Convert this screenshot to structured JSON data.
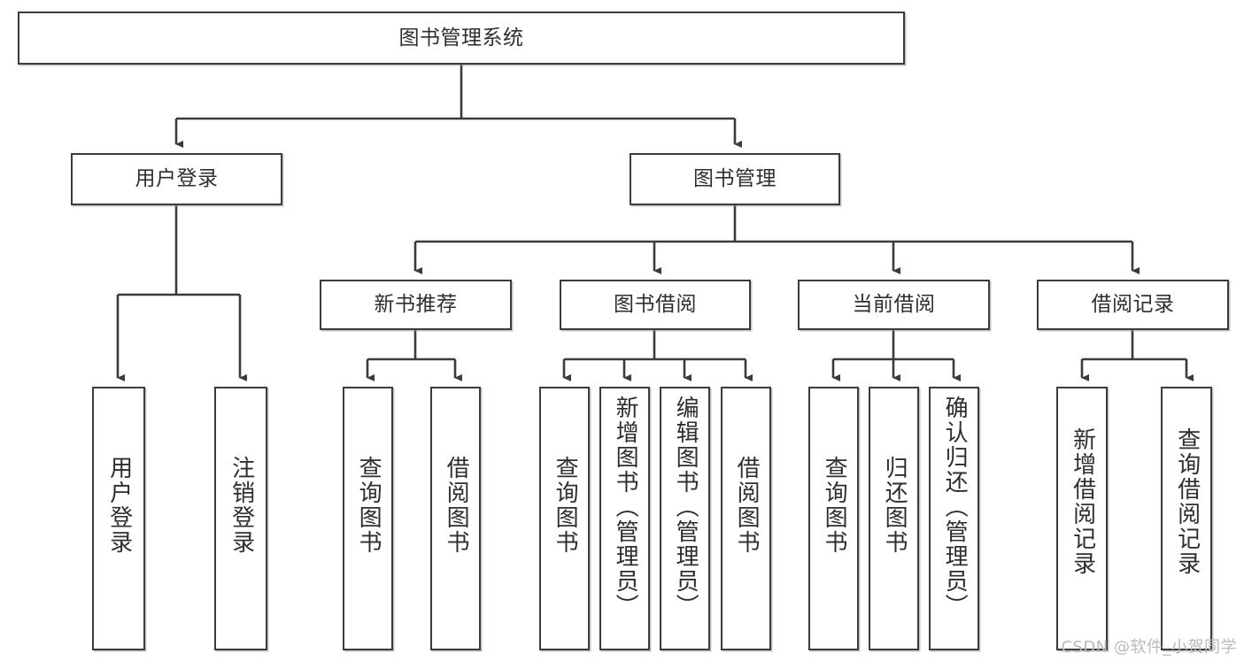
{
  "diagram": {
    "type": "tree-flowchart",
    "title_node": {
      "id": "root",
      "label": "图书管理系统"
    },
    "level2": [
      {
        "id": "login",
        "label": "用户登录"
      },
      {
        "id": "bookmgmt",
        "label": "图书管理"
      }
    ],
    "level3": [
      {
        "id": "newbook",
        "label": "新书推荐",
        "parent": "bookmgmt"
      },
      {
        "id": "borrow",
        "label": "图书借阅",
        "parent": "bookmgmt"
      },
      {
        "id": "current",
        "label": "当前借阅",
        "parent": "bookmgmt"
      },
      {
        "id": "records",
        "label": "借阅记录",
        "parent": "bookmgmt"
      }
    ],
    "leaves": [
      {
        "id": "leaf1",
        "label": "用户登录",
        "parent": "login"
      },
      {
        "id": "leaf2",
        "label": "注销登录",
        "parent": "login"
      },
      {
        "id": "leaf3",
        "label": "查询图书",
        "parent": "newbook"
      },
      {
        "id": "leaf4",
        "label": "借阅图书",
        "parent": "newbook"
      },
      {
        "id": "leaf5",
        "label": "查询图书",
        "parent": "borrow"
      },
      {
        "id": "leaf6",
        "label": "新增图书（管理员）",
        "parent": "borrow"
      },
      {
        "id": "leaf7",
        "label": "编辑图书（管理员）",
        "parent": "borrow"
      },
      {
        "id": "leaf8",
        "label": "借阅图书",
        "parent": "borrow"
      },
      {
        "id": "leaf9",
        "label": "查询图书",
        "parent": "current"
      },
      {
        "id": "leaf10",
        "label": "归还图书",
        "parent": "current"
      },
      {
        "id": "leaf11",
        "label": "确认归还（管理员）",
        "parent": "current"
      },
      {
        "id": "leaf12",
        "label": "新增借阅记录",
        "parent": "records"
      },
      {
        "id": "leaf13",
        "label": "查询借阅记录",
        "parent": "records"
      }
    ]
  },
  "watermark": {
    "text": "CSDN @软件_小贺同学"
  },
  "colors": {
    "border": "#3b3b3b",
    "text": "#2e2e2e",
    "background": "#ffffff",
    "watermark": "#b9b9b9"
  }
}
